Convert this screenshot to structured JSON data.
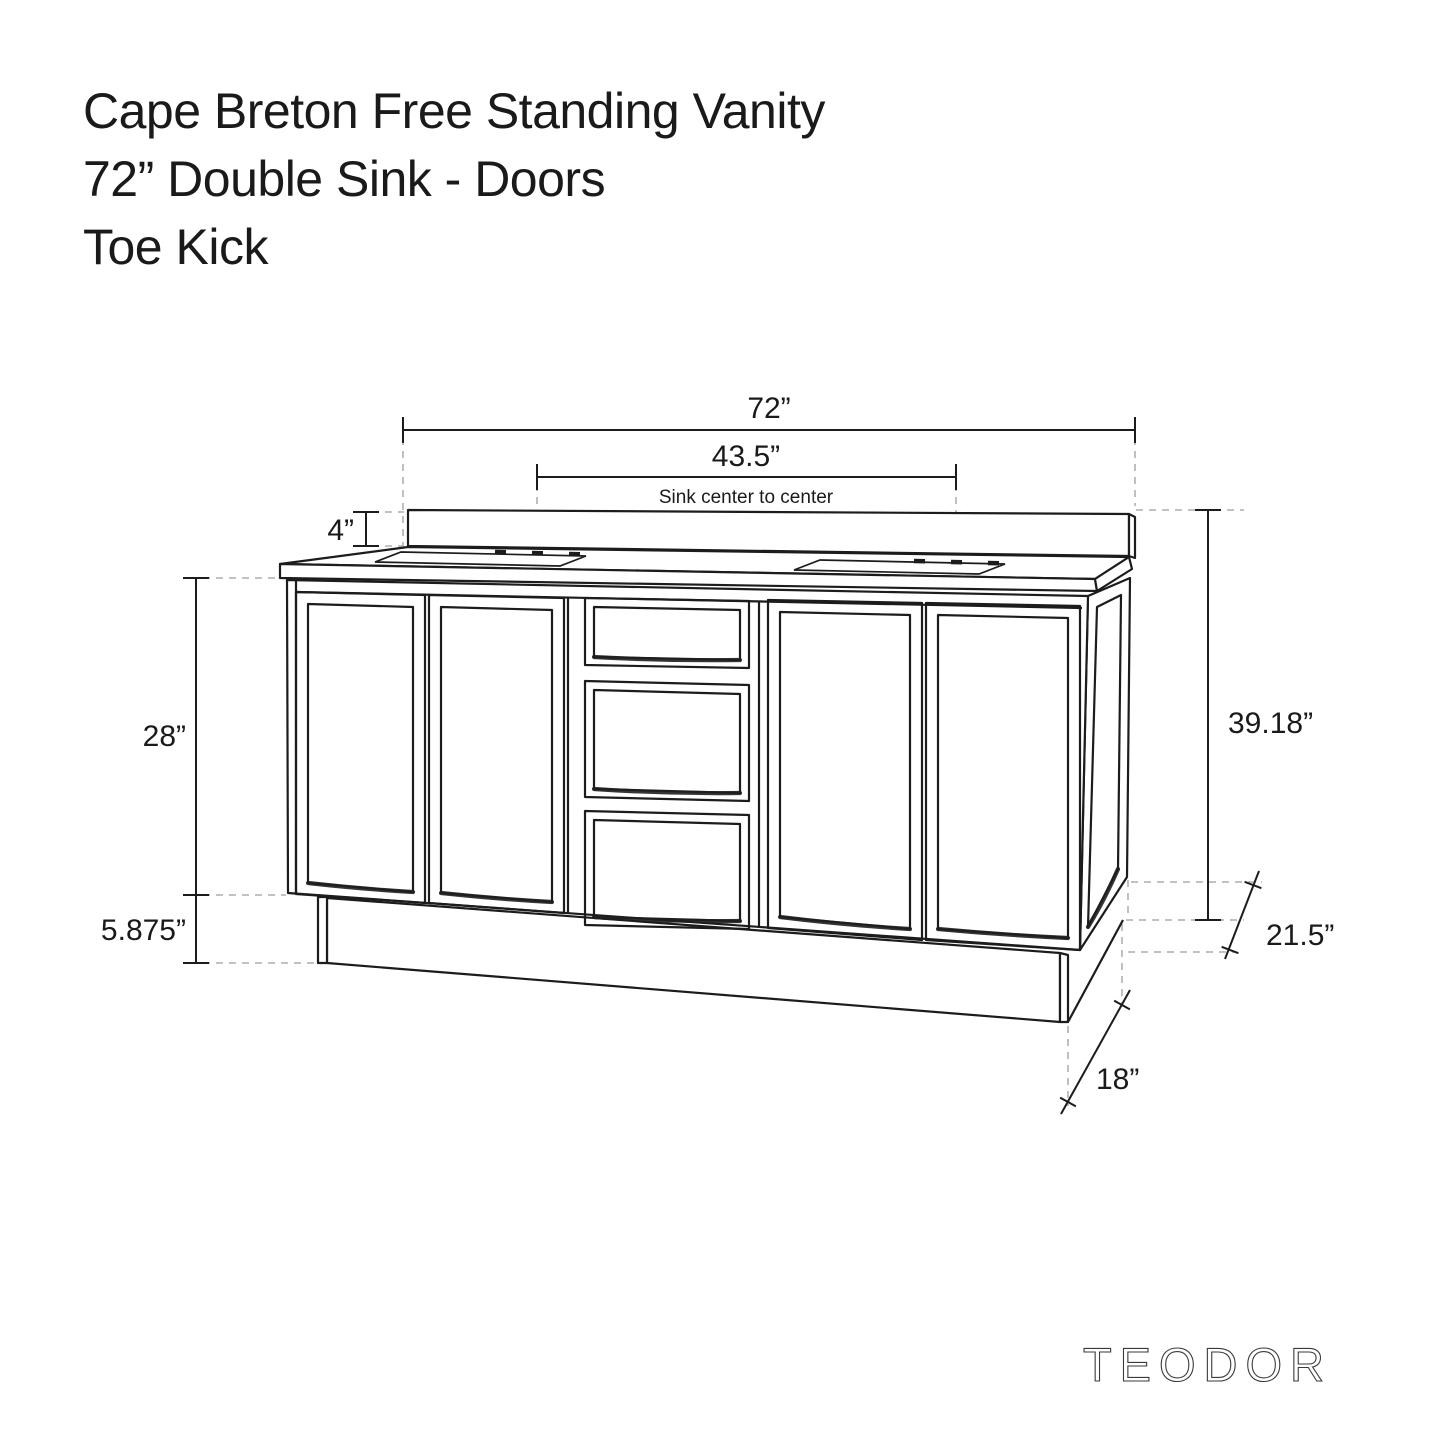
{
  "title": {
    "line1": "Cape Breton Free Standing Vanity",
    "line2": "72” Double Sink - Doors",
    "line3": "Toe Kick"
  },
  "dims": {
    "overall_width": "72”",
    "sink_spacing": "43.5”",
    "sink_note": "Sink center to center",
    "backsplash_height": "4”",
    "cabinet_height": "28”",
    "toe_kick_height": "5.875”",
    "total_height": "39.18”",
    "depth": "21.5”",
    "toe_kick_depth": "18”"
  },
  "brand": {
    "name": "TEODOR"
  },
  "colors": {
    "line": "#1c1c1c",
    "dashed_line": "#b9b9b9",
    "text": "#1a1a1a",
    "brand_text": "#3a3a3a",
    "background": "#ffffff"
  }
}
